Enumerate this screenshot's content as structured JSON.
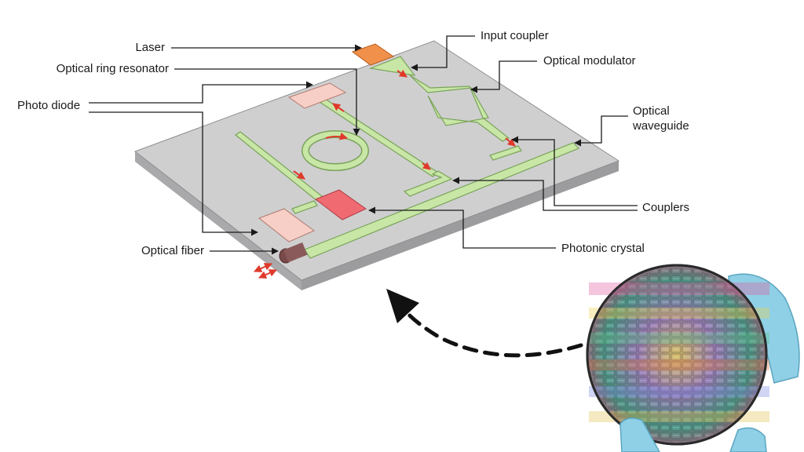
{
  "labels": {
    "laser": "Laser",
    "ring_resonator": "Optical ring resonator",
    "photo_diode": "Photo diode",
    "optical_fiber": "Optical fiber",
    "input_coupler": "Input coupler",
    "optical_modulator": "Optical modulator",
    "optical_waveguide_line1": "Optical",
    "optical_waveguide_line2": "waveguide",
    "couplers": "Couplers",
    "photonic_crystal": "Photonic crystal"
  },
  "colors": {
    "chip_top": "#cfcfd0",
    "chip_side": "#a9a9ab",
    "waveguide": "#c8e6a6",
    "waveguide_edge": "#7aa35a",
    "laser": "#f0904a",
    "photo_diode": "#f7cfc6",
    "photonic_crystal": "#f06a72",
    "fiber": "#7a4a4a",
    "signal_arrow": "#e0392b",
    "leader_line": "#1a1a1a",
    "glove": "#8fd0e6",
    "wafer_rim": "#3a3a3a"
  },
  "icons": {
    "signal_direction": "red-arrow-icon",
    "pointer": "dashed-curved-arrow-icon"
  }
}
